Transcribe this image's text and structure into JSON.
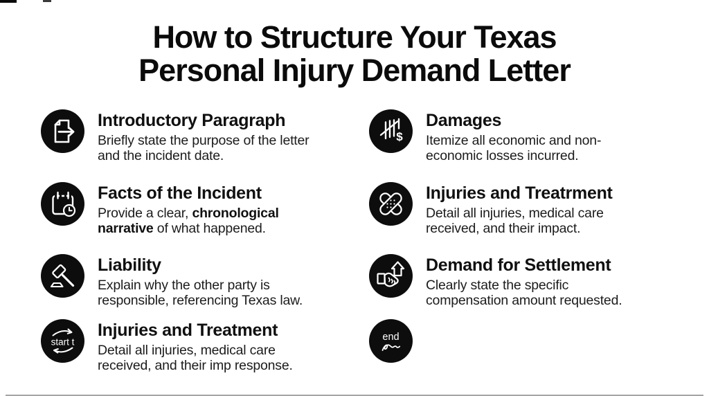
{
  "header": {
    "title": "How to Structure Your Texas\nPersonal Injury Demand Letter"
  },
  "colors": {
    "badge_background": "#0d0d0d",
    "icon_stroke": "#ffffff",
    "title_text": "#0b0b0b",
    "body_text": "#1c1c1c"
  },
  "sections": {
    "left": [
      {
        "icon": "document-export-icon",
        "title": "Introductory Paragraph",
        "body": "Briefly state the purpose of the letter\nand the incident date."
      },
      {
        "icon": "calendar-clock-icon",
        "title": "Facts of the Incident",
        "body_prefix": "Provide a clear, ",
        "body_bold": "chronological\nnarrative",
        "body_suffix": " of what happened."
      },
      {
        "icon": "gavel-icon",
        "title": "Liability",
        "body": "Explain why the other party is\nresponsible, referencing Texas law."
      },
      {
        "icon": "start-cycle-icon",
        "icon_label": "start t",
        "title": "Injuries and Treatment",
        "body": "Detail all injuries, medical care\nreceived, and their imp response."
      }
    ],
    "right": [
      {
        "icon": "tally-dollar-icon",
        "icon_symbol": "$",
        "title": "Damages",
        "body": "Itemize all economic and non-\neconomic losses incurred."
      },
      {
        "icon": "crossed-bandages-icon",
        "title": "Injuries and Treatrment",
        "body": "Detail all injuries, medical care\nreceived, and their impact."
      },
      {
        "icon": "handshake-growth-icon",
        "title": "Demand for Settlement",
        "body": "Clearly state the specific\ncompensation amount requested."
      },
      {
        "icon": "end-signature-icon",
        "icon_label": "end"
      }
    ]
  }
}
